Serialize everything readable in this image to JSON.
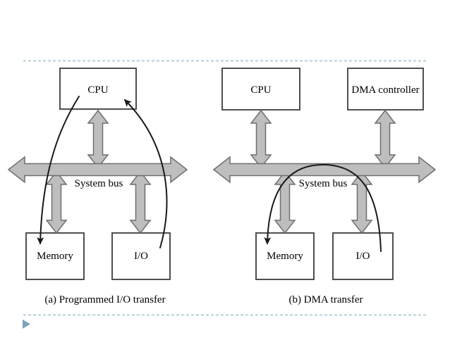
{
  "slide": {
    "panel_a": {
      "caption": "(a) Programmed I/O transfer",
      "bus_label": "System bus",
      "cpu_label": "CPU",
      "memory_label": "Memory",
      "io_label": "I/O"
    },
    "panel_b": {
      "caption": "(b) DMA transfer",
      "bus_label": "System bus",
      "cpu_label": "CPU",
      "dma_label": "DMA controller",
      "memory_label": "Memory",
      "io_label": "I/O"
    },
    "decorations": {
      "top_divider": "dashed-line",
      "bottom_divider": "dashed-line",
      "bullet_icon": "play-triangle-icon"
    },
    "colors": {
      "bus_fill": "#bebebe",
      "bus_outline": "#6e6e6e",
      "box_border": "#4f4f4f",
      "flow_arrow": "#1a1a1a",
      "divider_dash": "#b4cfda",
      "bullet": "#7da2bd",
      "background": "#ffffff"
    }
  }
}
